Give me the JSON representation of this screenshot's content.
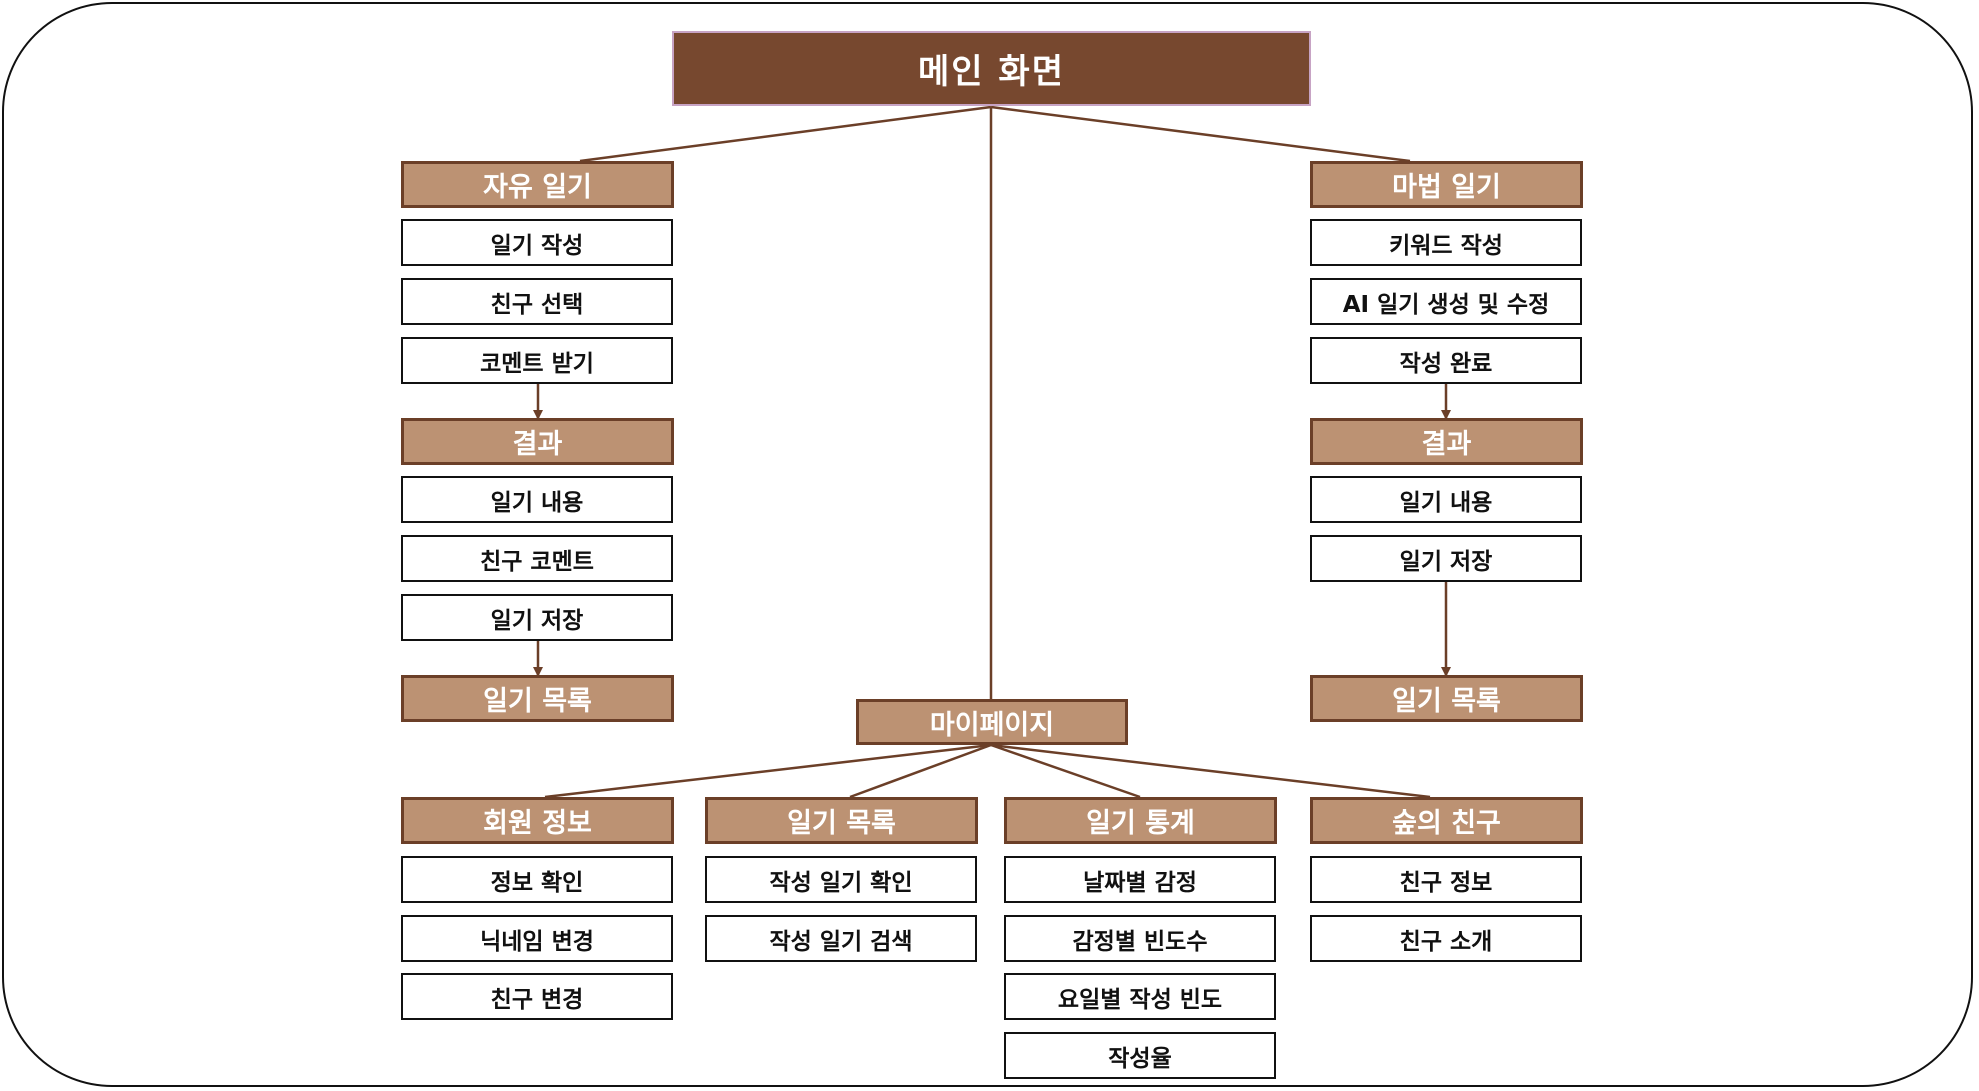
{
  "colors": {
    "main_fill": "#77482f",
    "header_fill": "#bc9273",
    "connector": "#6b3f28",
    "item_border": "#111111"
  },
  "main": {
    "title": "메인 화면"
  },
  "free_diary": {
    "header": "자유 일기",
    "items": [
      "일기 작성",
      "친구 선택",
      "코멘트 받기"
    ],
    "result": {
      "header": "결과",
      "items": [
        "일기 내용",
        "친구 코멘트",
        "일기 저장"
      ]
    },
    "end": "일기 목록"
  },
  "magic_diary": {
    "header": "마법 일기",
    "items": [
      "키워드 작성",
      "AI 일기 생성 및 수정",
      "작성 완료"
    ],
    "result": {
      "header": "결과",
      "items": [
        "일기 내용",
        "일기 저장"
      ]
    },
    "end": "일기 목록"
  },
  "mypage": {
    "header": "마이페이지",
    "sections": [
      {
        "header": "회원 정보",
        "items": [
          "정보 확인",
          "닉네임 변경",
          "친구 변경"
        ]
      },
      {
        "header": "일기 목록",
        "items": [
          "작성 일기 확인",
          "작성 일기 검색"
        ]
      },
      {
        "header": "일기 통계",
        "items": [
          "날짜별 감정",
          "감정별 빈도수",
          "요일별 작성 빈도",
          "작성율"
        ]
      },
      {
        "header": "숲의 친구",
        "items": [
          "친구 정보",
          "친구 소개"
        ]
      }
    ]
  }
}
